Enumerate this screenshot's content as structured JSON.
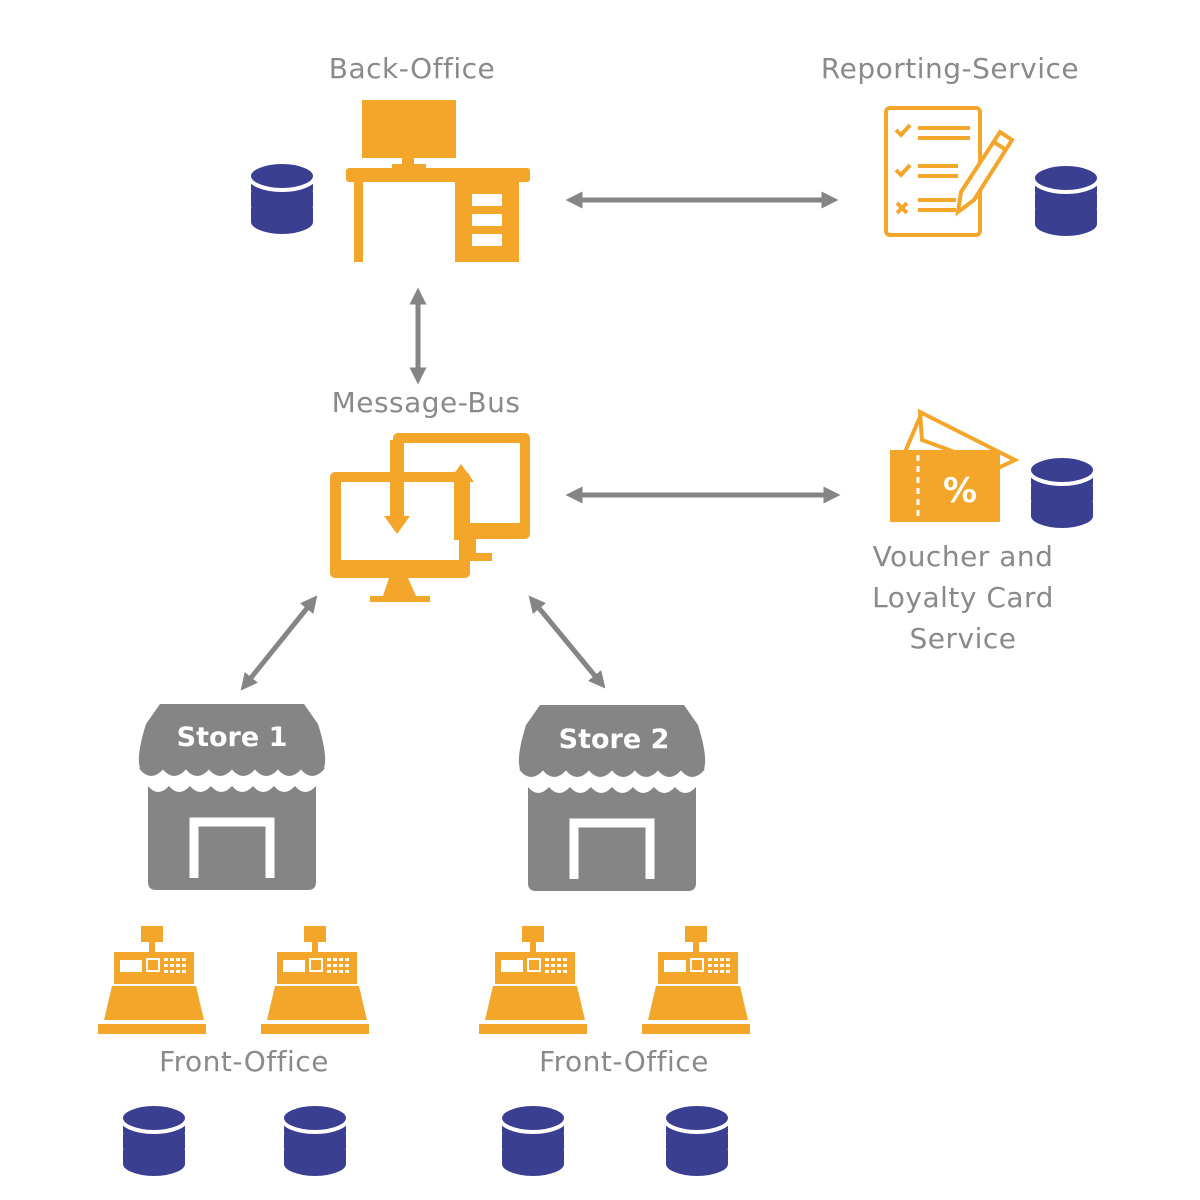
{
  "colors": {
    "accent": "#F4A62A",
    "gray": "#858585",
    "database": "#3B3F92",
    "text": "#8a8a8a"
  },
  "labels": {
    "back_office": "Back-Office",
    "reporting_service": "Reporting-Service",
    "message_bus": "Message-Bus",
    "voucher_line1": "Voucher and",
    "voucher_line2": "Loyalty Card",
    "voucher_line3": "Service",
    "front_office_1": "Front-Office",
    "front_office_2": "Front-Office"
  },
  "stores": [
    {
      "name": "Store 1"
    },
    {
      "name": "Store 2"
    }
  ],
  "icons": {
    "back_office": "desk-computer-icon",
    "reporting": "checklist-document-icon",
    "message_bus": "sync-monitors-icon",
    "voucher": "discount-voucher-icon",
    "store": "storefront-icon",
    "register": "cash-register-icon",
    "database": "database-icon"
  }
}
